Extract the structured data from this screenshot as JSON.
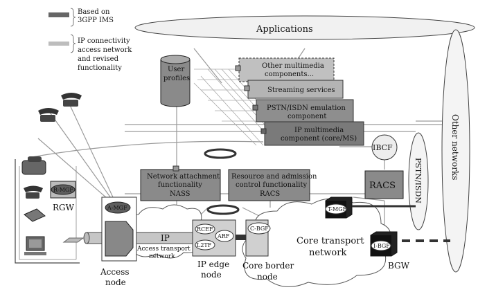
{
  "legend": {
    "ims_label": "Based on 3GPP IMS",
    "ims_lines": [
      "Based on",
      "3GPP IMS"
    ],
    "ip_lines": [
      "IP connectivity",
      "access network",
      "and revised",
      "functionality"
    ]
  },
  "clouds": {
    "applications": "Applications",
    "other_networks": "Other networks",
    "pstn_isdn": "PSTN/ISDN"
  },
  "components": {
    "other_multimedia": [
      "Other multimedia",
      "components..."
    ],
    "streaming": "Streaming services",
    "pstn_emulation": [
      "PSTN/ISDN emulation",
      "component"
    ],
    "ip_multimedia": [
      "IP multimedia",
      "component (core/MS)"
    ],
    "user_profiles": [
      "User",
      "profiles"
    ],
    "ibcf": "IBCF",
    "racs_box": "RACS"
  },
  "functions": {
    "nass": [
      "Network attachment",
      "functionality",
      "NASS"
    ],
    "racs": [
      "Resource and admission",
      "control functionality",
      "RACS"
    ]
  },
  "nodes": {
    "r_mgf": "R-MGF",
    "rgw": "RGW",
    "a_mgf": "A-MGF",
    "access_node": [
      "Access",
      "node"
    ],
    "ip": "IP",
    "access_transport": [
      "Access transport",
      "network"
    ],
    "rcef": "RCEF",
    "arf": "ARF",
    "l2tf": "L2TF",
    "ip_edge_node": [
      "IP edge",
      "node"
    ],
    "c_bgf": "C-BGF",
    "core_border_node": [
      "Core border",
      "node"
    ],
    "core_transport": [
      "Core transport",
      "network"
    ],
    "t_mgf": "T-MGF",
    "i_bgf": "I-BGF",
    "bgw": "BGW"
  },
  "colors": {
    "dark_box": "#5e5e5e",
    "mid_box": "#8a8a8a",
    "light_box": "#c9c9c9",
    "line": "#9a9a9a"
  }
}
